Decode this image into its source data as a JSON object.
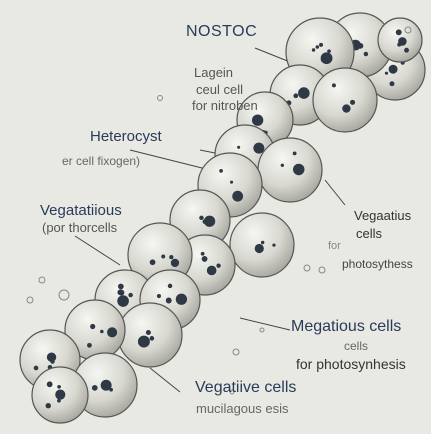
{
  "labels": {
    "title": "NOSTOC",
    "larger_line1": "Lagein",
    "larger_line2": "ceul cell",
    "larger_line3": "for nitroben",
    "heterocyst": "Heterocyst",
    "heterocyst_sub": "er cell fixogen)",
    "veg_left": "Vegatatiious",
    "veg_left_sub": "(por thorcells",
    "veg_right_line1": "Vegaatius",
    "veg_right_line2": "cells",
    "for": "for",
    "photosynthesis": "photosythess",
    "mega_line1": "Megatious cells",
    "mega_line2": "cells",
    "mega_line3": "for photosynhesis",
    "veg_bottom_line1": "Vegatiive cells",
    "veg_bottom_line2": "mucilagous       esis"
  },
  "colors": {
    "cell_fill": "#d6d6cf",
    "cell_edge": "#555555",
    "label_navy": "#2a3a5a"
  }
}
